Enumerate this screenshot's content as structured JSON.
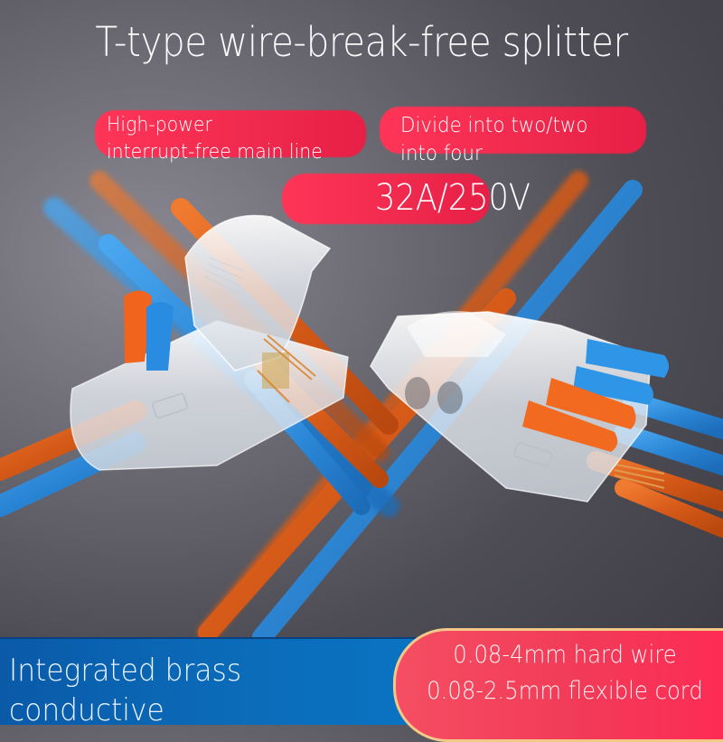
{
  "title": "T-type wire-break-free splitter",
  "callouts": [
    {
      "line1": "High-power",
      "line2": "interrupt-free main line"
    },
    {
      "line1": "Divide into two/two",
      "line2": "into four"
    }
  ],
  "spec": "32A/250V",
  "footer": {
    "left_line1": "Integrated brass",
    "left_line2": "conductive",
    "right_line1": "0.08-4mm hard wire",
    "right_line2": "0.08-2.5mm flexible cord"
  },
  "colors": {
    "accent_red": "#f0294e",
    "wire_orange": "#d9601e",
    "wire_blue": "#2a86d6",
    "footer_blue": "#0b6ab8",
    "footer_border": "#f3c98a",
    "background": "#55545c"
  },
  "product": {
    "left_connector": {
      "type": "T-splitter 1-to-1",
      "levers": [
        "orange",
        "blue"
      ]
    },
    "right_connector": {
      "type": "T-splitter 2-to-4",
      "levers": [
        "blue",
        "blue",
        "orange",
        "orange"
      ]
    }
  }
}
